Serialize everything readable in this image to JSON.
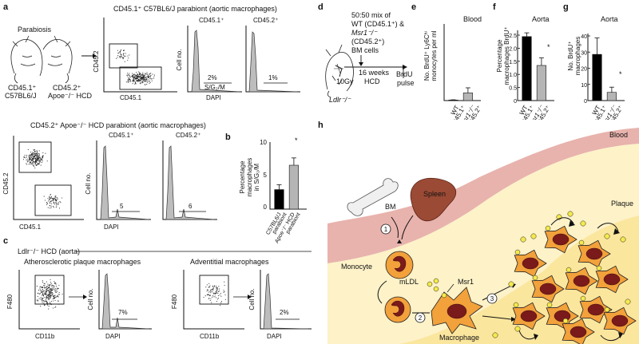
{
  "panels": {
    "a": "a",
    "b": "b",
    "c": "c",
    "d": "d",
    "e": "e",
    "f": "f",
    "g": "g",
    "h": "h"
  },
  "a": {
    "parabiosis": "Parabiosis",
    "mouse1_label1": "CD45.1⁺",
    "mouse1_label2": "C57BL6/J",
    "mouse2_label1": "CD45.2⁺",
    "mouse2_label2": "Apoe⁻/⁻ HCD",
    "top_title": "CD45.1⁺ C57BL6/J parabiont (aortic macrophages)",
    "bottom_title": "CD45.2⁺ Apoe⁻/⁻ HCD parabiont (aortic macrophages)",
    "x_cd451": "CD45.1",
    "y_cd452": "CD45.2",
    "x_dapi": "DAPI",
    "y_cellno": "Cell no.",
    "hist_cd451": "CD45.1⁺",
    "hist_cd452": "CD45.2⁺",
    "top_pct1": "2%",
    "top_pct1_sub": "S/G₂/M",
    "top_pct2": "1%",
    "bottom_pct1": "5",
    "bottom_pct2": "6"
  },
  "b": {
    "ylabel1": "Percentage",
    "ylabel2": "macrophages",
    "ylabel3": "in S/G₂/M",
    "ticks": [
      "10",
      "5",
      "0"
    ],
    "star": "*",
    "cat1_1": "C57BL6/J",
    "cat1_2": "parabiont",
    "cat2_1": "Apoe⁻/⁻ HCD",
    "cat2_2": "parabiont"
  },
  "c": {
    "title": "Ldlr⁻/⁻ HCD (aorta)",
    "left_title": "Atherosclerotic plaque macrophages",
    "right_title": "Adventitial macrophages",
    "x_cd11b": "CD11b",
    "y_f480": "F480",
    "x_dapi": "DAPI",
    "y_cellno": "Cell no.",
    "pct_left": "7%",
    "pct_right": "2%"
  },
  "d": {
    "line1": "50:50 mix of",
    "line2": "WT (CD45.1⁺) &",
    "line3": "Msr1⁻/⁻",
    "line4": "(CD45.2⁺)",
    "line5": "BM cells",
    "dose": "10Gy",
    "weeks1": "16 weeks",
    "weeks2": "HCD",
    "brdu1": "BrdU",
    "brdu2": "pulse",
    "mouse": "Ldlr⁻/⁻"
  },
  "e": {
    "title": "Blood",
    "ylabel1": "No. BrdU⁺ Ly6Cʰⁱ",
    "ylabel2": "monocytes per ml",
    "cat1_1": "WT",
    "cat1_2": "CD45.1⁺",
    "cat2_1": "Msr1⁻/⁻",
    "cat2_2": "CD45.2⁺"
  },
  "f": {
    "title": "Aorta",
    "ylabel1": "Percentage",
    "ylabel2": "macrophages BrdU⁺",
    "ticks": [
      "2.5",
      "2.0",
      "1.5",
      "1.0",
      "0.5",
      "0"
    ],
    "star": "*",
    "cat1_1": "WT",
    "cat1_2": "CD45.1⁺",
    "cat2_1": "Msr1⁻/⁻",
    "cat2_2": "CD45.2⁺"
  },
  "g": {
    "title": "Aorta",
    "ylabel1": "No. BrdU⁺",
    "ylabel2": "macrophages",
    "ticks": [
      "40",
      "30",
      "20",
      "10",
      "0"
    ],
    "star": "*",
    "cat1_1": "WT",
    "cat1_2": "CD45.1⁺",
    "cat2_1": "Msr1⁻/⁻",
    "cat2_2": "CD45.2⁺"
  },
  "h": {
    "blood": "Blood",
    "plaque": "Plaque",
    "bm": "BM",
    "spleen": "Spleen",
    "monocyte": "Monocyte",
    "mldl": "mLDL",
    "msr1": "Msr1",
    "macrophage": "Macrophage",
    "step1": "1",
    "step2": "2",
    "step3": "3"
  },
  "chart_data": [
    {
      "type": "bar",
      "panel": "b",
      "categories": [
        "C57BL6/J parabiont",
        "Apoe-/- HCD parabiont"
      ],
      "values": [
        3.2,
        7.2
      ],
      "errors": [
        0.8,
        1.2
      ],
      "colors": [
        "#000000",
        "#b5b5b5"
      ],
      "ylim": [
        0,
        11
      ]
    },
    {
      "type": "bar",
      "panel": "e",
      "categories": [
        "WT CD45.1+",
        "Msr1-/- CD45.2+"
      ],
      "values": [
        0.2,
        3
      ],
      "errors": [
        0.1,
        2
      ],
      "colors": [
        "#000000",
        "#b5b5b5"
      ],
      "ylim": [
        0,
        30
      ]
    },
    {
      "type": "bar",
      "panel": "f",
      "categories": [
        "WT CD45.1+",
        "Msr1-/- CD45.2+"
      ],
      "values": [
        2.55,
        1.4
      ],
      "errors": [
        0.15,
        0.3
      ],
      "colors": [
        "#000000",
        "#b5b5b5"
      ],
      "ylim": [
        0,
        2.8
      ]
    },
    {
      "type": "bar",
      "panel": "g",
      "categories": [
        "WT CD45.1+",
        "Msr1-/- CD45.2+"
      ],
      "values": [
        31,
        5.5
      ],
      "errors": [
        11,
        3.5
      ],
      "colors": [
        "#000000",
        "#b5b5b5"
      ],
      "ylim": [
        0,
        45
      ]
    }
  ]
}
